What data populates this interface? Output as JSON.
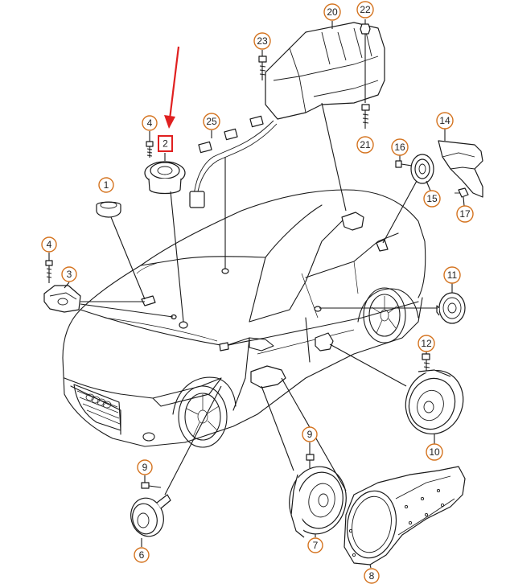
{
  "diagram": {
    "labels": [
      "1",
      "2",
      "3",
      "4",
      "4",
      "6",
      "7",
      "8",
      "9",
      "9",
      "10",
      "11",
      "12",
      "14",
      "15",
      "16",
      "17",
      "20",
      "21",
      "22",
      "23",
      "25"
    ],
    "highlighted_label": "2",
    "colors": {
      "label_ring": "#d4731f",
      "highlight_box": "#e02020",
      "arrow": "#e02020",
      "line_art": "#1a1a1a"
    }
  }
}
